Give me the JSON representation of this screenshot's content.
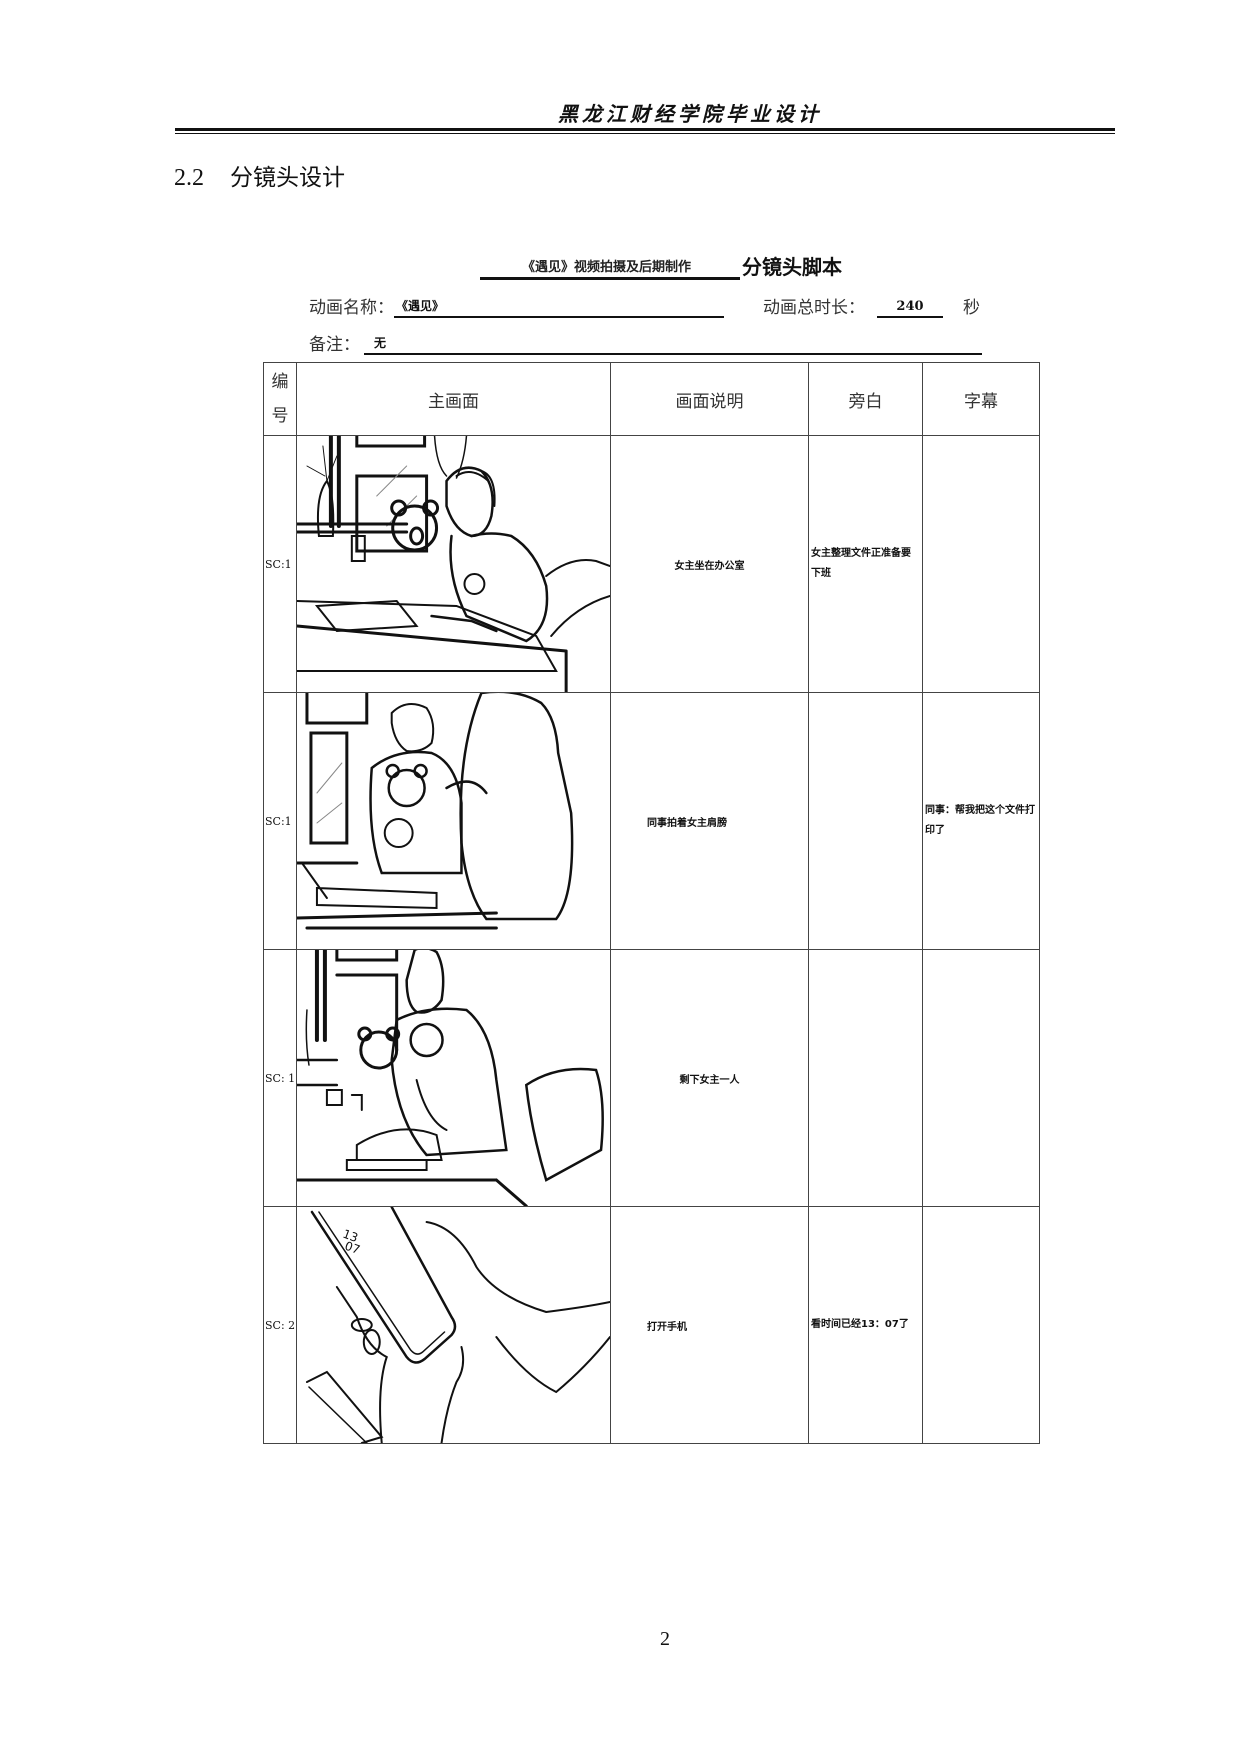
{
  "header": {
    "institution": "黑龙江财经学院毕业设计"
  },
  "section": {
    "number": "2.2",
    "title": "分镜头设计"
  },
  "script": {
    "project": "《遇见》视频拍摄及后期制作",
    "doc_type": "分镜头脚本",
    "name_label": "动画名称：",
    "name_value": "《遇见》",
    "duration_label": "动画总时长：",
    "duration_value": "240",
    "duration_unit": "秒",
    "notes_label": "备注：",
    "notes_value": "无"
  },
  "table": {
    "headers": {
      "id_line1": "编",
      "id_line2": "号",
      "main_frame": "主画面",
      "description": "画面说明",
      "narration": "旁白",
      "subtitle": "字幕"
    },
    "rows": [
      {
        "id": "SC:1",
        "frame": "woman-at-office-desk-with-bear-sweater",
        "description": "女主坐在办公室",
        "narration": "女主整理文件正准备要下班",
        "subtitle": ""
      },
      {
        "id": "SC:1",
        "frame": "coworker-taps-woman-shoulder",
        "description": "同事拍着女主肩膀",
        "narration": "",
        "subtitle": "同事：帮我把这个文件打印了"
      },
      {
        "id": "SC: 1",
        "frame": "woman-alone-at-desk",
        "description": "剩下女主一人",
        "narration": "",
        "subtitle": ""
      },
      {
        "id": "SC: 2",
        "frame": "hands-holding-phone-showing-13-07",
        "description": "打开手机",
        "narration": "看时间已经13：07了",
        "subtitle": ""
      }
    ]
  },
  "phone_screen_time": "13\n07",
  "footer": {
    "page_number": "2"
  }
}
